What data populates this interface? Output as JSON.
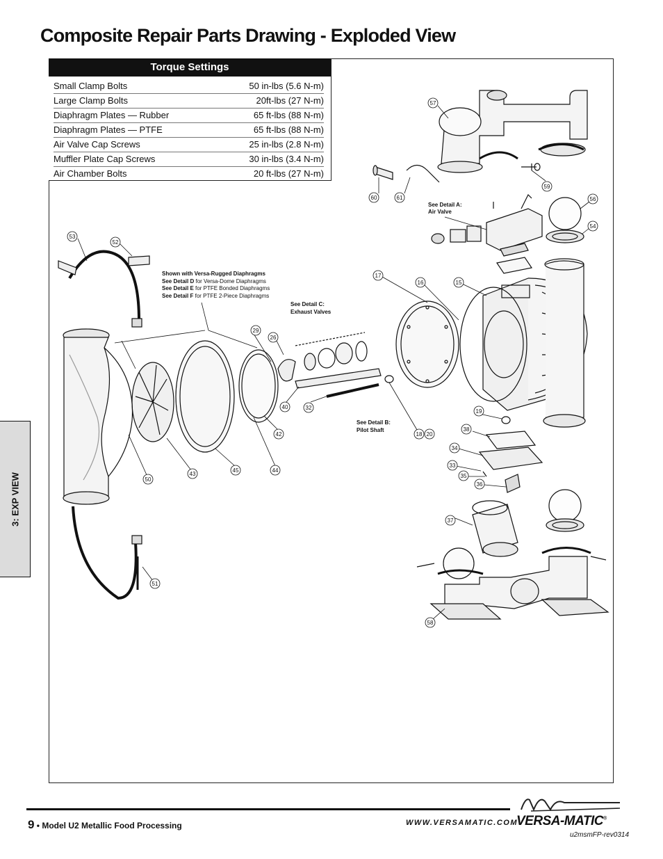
{
  "title": "Composite Repair Parts Drawing - Exploded View",
  "torque": {
    "heading": "Torque Settings",
    "rows": [
      {
        "label": "Small Clamp Bolts",
        "value": "50 in-lbs (5.6 N-m)"
      },
      {
        "label": "Large Clamp Bolts",
        "value": "20ft-lbs (27 N-m)"
      },
      {
        "label": "Diaphragm Plates — Rubber",
        "value": "65 ft-lbs (88 N-m)"
      },
      {
        "label": "Diaphragm Plates — PTFE",
        "value": "65 ft-lbs (88 N-m)"
      },
      {
        "label": "Air Valve Cap Screws",
        "value": "25 in-lbs (2.8 N-m)"
      },
      {
        "label": "Muffler Plate Cap Screws",
        "value": "30 in-lbs (3.4 N-m)"
      },
      {
        "label": "Air Chamber Bolts",
        "value": "20 ft-lbs (27 N-m)"
      }
    ]
  },
  "notes": {
    "diaphragm_title": "Shown with Versa-Rugged Diaphragms",
    "detail_d": "See Detail D",
    "detail_d_rest": "for Versa-Dome Diaphragms",
    "detail_e": "See Detail E",
    "detail_e_rest": "for PTFE Bonded Diaphragms",
    "detail_f": "See Detail F",
    "detail_f_rest": "for PTFE 2-Piece Diaphragms",
    "detail_a_1": "See Detail A:",
    "detail_a_2": "Air Valve",
    "detail_b_1": "See Detail B:",
    "detail_b_2": "Pilot Shaft",
    "detail_c_1": "See Detail C:",
    "detail_c_2": "Exhaust Valves"
  },
  "callouts": {
    "c57": "57",
    "c59": "59",
    "c60": "60",
    "c61": "61",
    "c56": "56",
    "c54": "54",
    "c53": "53",
    "c52": "52",
    "c17": "17",
    "c16": "16",
    "c15": "15",
    "c29": "29",
    "c26": "26",
    "c40": "40",
    "c32": "32",
    "c42": "42",
    "c18": "18",
    "c20": "20",
    "c19": "19",
    "c38": "38",
    "c34": "34",
    "c33": "33",
    "c35": "35",
    "c36": "36",
    "c50": "50",
    "c43": "43",
    "c45": "45",
    "c44": "44",
    "c37": "37",
    "c58": "58",
    "c51": "51"
  },
  "side_tab": "3: EXP VIEW",
  "footer": {
    "page_number": "9",
    "model": " • Model U2 Metallic Food Processing",
    "url": "WWW.VERSAMATIC.COM",
    "brand": "VERSA-MATIC",
    "reg": "®",
    "revision": "u2msmFP-rev0314"
  }
}
